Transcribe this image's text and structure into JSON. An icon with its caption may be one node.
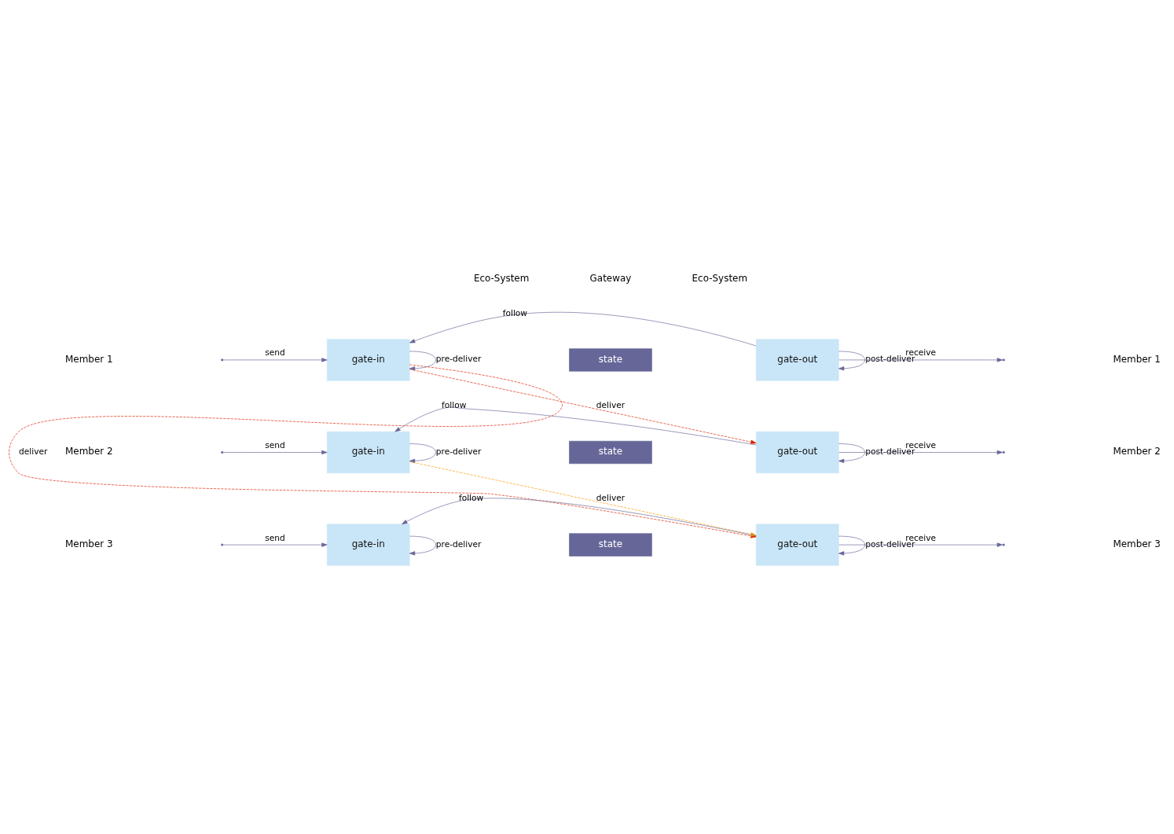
{
  "diagram": {
    "nodes": [
      {
        "text": [
          "gate-in"
        ]
      },
      {
        "text": [
          "state"
        ]
      },
      {
        "text": [
          "gate-out"
        ]
      },
      {
        "text": [
          "gate-in"
        ]
      },
      {
        "text": [
          "state"
        ]
      },
      {
        "text": [
          "gate-out"
        ]
      },
      {
        "text": [
          "gate-in"
        ]
      },
      {
        "text": [
          "state"
        ]
      },
      {
        "text": [
          "gate-out"
        ]
      }
    ],
    "edges": [
      {
        "from": null,
        "to": 0,
        "arrow": "to",
        "label": "send"
      },
      {
        "from": 0,
        "to": 0,
        "arrow": "to",
        "label": "pre-deliver"
      },
      {
        "from": 2,
        "to": 0,
        "arrow": "to",
        "label": "follow"
      },
      {
        "from": 2,
        "to": 2,
        "arrow": "to",
        "label": "post-deliver"
      },
      {
        "from": 2,
        "to": null,
        "arrow": "to",
        "label": "receive"
      },
      {
        "from": null,
        "to": 3,
        "arrow": "to",
        "label": "send"
      },
      {
        "from": 3,
        "to": 3,
        "arrow": "to",
        "label": "pre-deliver"
      },
      {
        "from": 5,
        "to": 3,
        "arrow": "to",
        "label": "follow"
      },
      {
        "from": 5,
        "to": 5,
        "arrow": "to",
        "label": "post-deliver"
      },
      {
        "from": 5,
        "to": null,
        "arrow": "to",
        "label": "receive"
      },
      {
        "from": null,
        "to": 6,
        "arrow": "to",
        "label": "send"
      },
      {
        "from": 6,
        "to": 6,
        "arrow": "to",
        "label": "pre-deliver"
      },
      {
        "from": 8,
        "to": 6,
        "arrow": "to",
        "label": "follow"
      },
      {
        "from": 8,
        "to": 8,
        "arrow": "to",
        "label": "post-deliver"
      },
      {
        "from": 8,
        "to": null,
        "arrow": "to",
        "label": "receive"
      },
      {
        "from": 0,
        "to": 5,
        "arrow": "to",
        "label": "deliver",
        "style": "dashed",
        "color": "#dd2200"
      },
      {
        "from": 0,
        "to": 8,
        "arrow": "to",
        "label": "deliver",
        "style": "dashed",
        "color": "#dd2200"
      },
      {
        "from": 3,
        "to": 8,
        "arrow": "to",
        "label": "deliver",
        "style": "dashed",
        "color": "#ff9900"
      }
    ],
    "labels": [
      "Eco-System",
      "Gateway",
      "Eco-System",
      "Member 1",
      "Member 1",
      "Member 2",
      "Member 2",
      "Member 3",
      "Member 3"
    ]
  }
}
